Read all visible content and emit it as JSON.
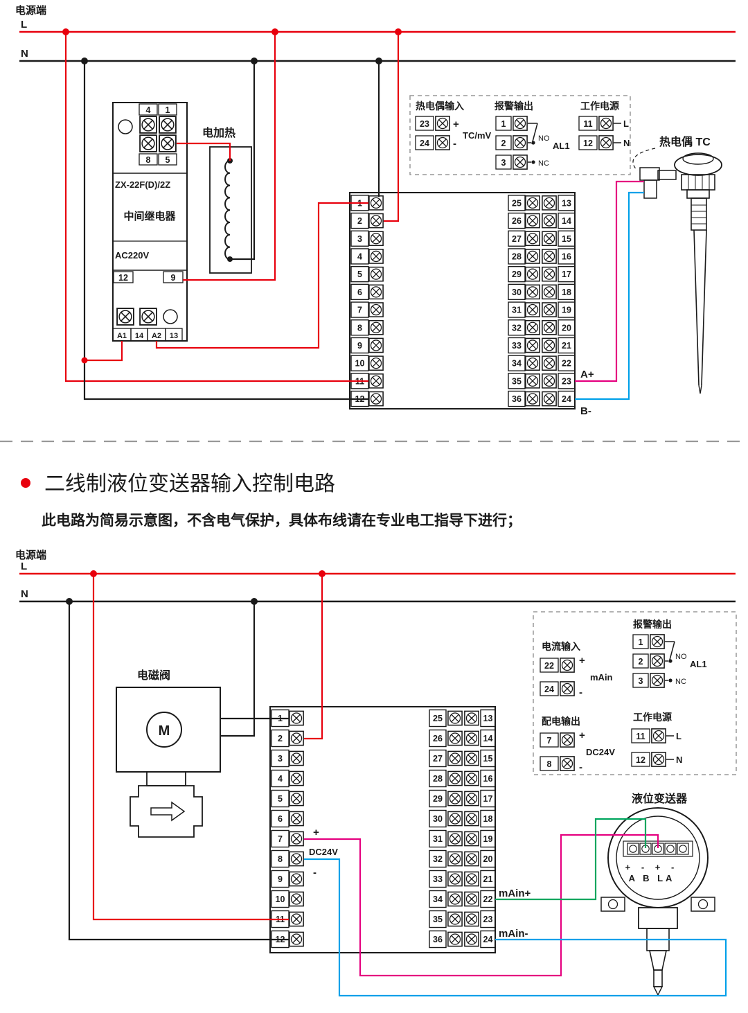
{
  "colors": {
    "red": "#e8000d",
    "black": "#1a1a1a",
    "pink": "#e5007f",
    "blue": "#00a0e9",
    "green": "#00a65e",
    "gray": "#999999"
  },
  "terminals": {
    "left": [
      "1",
      "2",
      "3",
      "4",
      "5",
      "6",
      "7",
      "8",
      "9",
      "10",
      "11",
      "12"
    ],
    "inner": [
      "25",
      "26",
      "27",
      "28",
      "29",
      "30",
      "31",
      "32",
      "33",
      "34",
      "35",
      "36"
    ],
    "outer": [
      "13",
      "14",
      "15",
      "16",
      "17",
      "18",
      "19",
      "20",
      "21",
      "22",
      "23",
      "24"
    ]
  },
  "top": {
    "power_label": "电源端",
    "l": "L",
    "n": "N",
    "relay": {
      "t4": "4",
      "t1": "1",
      "t8": "8",
      "t5": "5",
      "model": "ZX-22F(D)/2Z",
      "name": "中间继电器",
      "volt": "AC220V",
      "t12": "12",
      "t9": "9",
      "a1": "A1",
      "n14": "14",
      "a2": "A2",
      "n13": "13"
    },
    "heater": "电加热",
    "a_plus": "A+",
    "b_minus": "B-",
    "tc_label": "热电偶 TC",
    "info": {
      "tc": {
        "title": "热电偶输入",
        "r1": "23",
        "r2": "24",
        "plus": "+",
        "minus": "-",
        "note": "TC/mV"
      },
      "alarm": {
        "title": "报警输出",
        "r1": "1",
        "r2": "2",
        "r3": "3",
        "no": "NO",
        "nc": "NC",
        "name": "AL1"
      },
      "power": {
        "title": "工作电源",
        "r1": "11",
        "r2": "12",
        "l": "L",
        "n": "N"
      }
    }
  },
  "header": {
    "title": "二线制液位变送器输入控制电路",
    "subtitle": "此电路为简易示意图，不含电气保护，具体布线请在专业电工指导下进行；"
  },
  "bottom": {
    "power_label": "电源端",
    "l": "L",
    "n": "N",
    "valve": {
      "label": "电磁阀",
      "m": "M"
    },
    "dc": {
      "plus": "+",
      "label": "DC24V",
      "minus": "-"
    },
    "main_plus": "mAin+",
    "main_minus": "mAin-",
    "transmitter": {
      "label": "液位变送器",
      "signs": "+ - + -",
      "pins": "A B LA"
    },
    "info": {
      "cur": {
        "title": "电流输入",
        "r1": "22",
        "r2": "24",
        "plus": "+",
        "minus": "-",
        "note": "mAin"
      },
      "alarm": {
        "title": "报警输出",
        "r1": "1",
        "r2": "2",
        "r3": "3",
        "no": "NO",
        "nc": "NC",
        "name": "AL1"
      },
      "dist": {
        "title": "配电输出",
        "r1": "7",
        "r2": "8",
        "plus": "+",
        "minus": "-",
        "note": "DC24V"
      },
      "power": {
        "title": "工作电源",
        "r1": "11",
        "r2": "12",
        "l": "L",
        "n": "N"
      }
    }
  }
}
